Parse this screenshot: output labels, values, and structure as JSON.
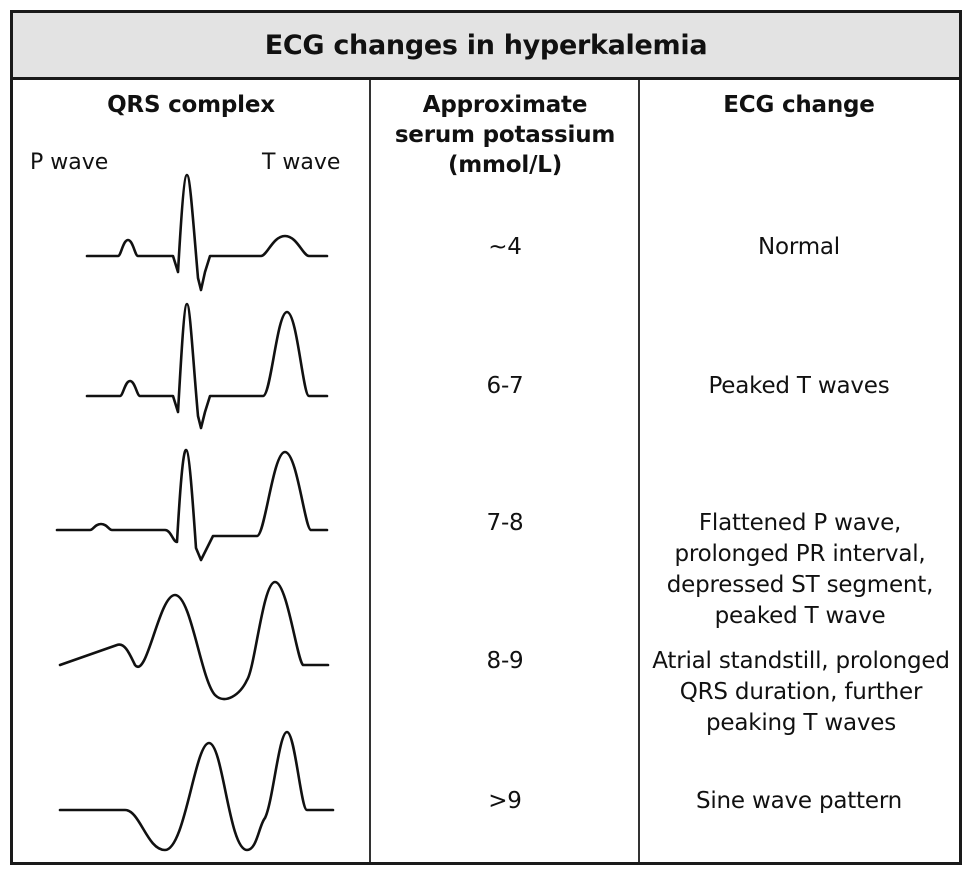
{
  "title": "ECG changes in hyperkalemia",
  "headers": {
    "qrs": "QRS complex",
    "potassium": "Approximate serum potassium (mmol/L)",
    "change": "ECG change"
  },
  "wave_labels": {
    "p": "P wave",
    "t": "T wave"
  },
  "rows": [
    {
      "potassium": "~4",
      "change": "Normal"
    },
    {
      "potassium": "6-7",
      "change": "Peaked T waves"
    },
    {
      "potassium": "7-8",
      "change": "Flattened P wave, prolonged PR interval, depressed ST segment, peaked T wave"
    },
    {
      "potassium": "8-9",
      "change": "Atrial standstill, prolonged QRS duration, further peaking T waves"
    },
    {
      "potassium": ">9",
      "change": "Sine wave pattern"
    }
  ]
}
